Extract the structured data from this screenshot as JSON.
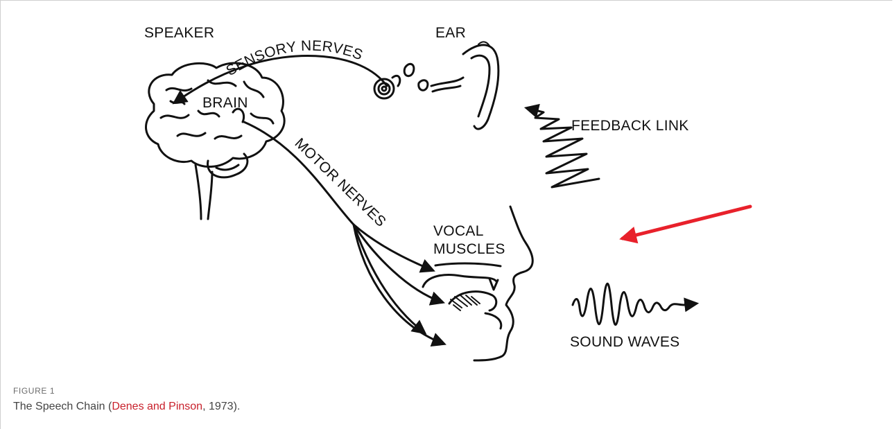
{
  "diagram": {
    "labels": {
      "speaker": "SPEAKER",
      "ear": "EAR",
      "sensory_nerves": "SENSORY NERVES",
      "brain": "BRAIN",
      "motor_nerves": "MOTOR NERVES",
      "feedback_link": "FEEDBACK LINK",
      "vocal_muscles_line1": "VOCAL",
      "vocal_muscles_line2": "MUSCLES",
      "sound_waves": "SOUND WAVES"
    },
    "highlight_arrow_color": "#e8212b",
    "line_color": "#111111"
  },
  "caption": {
    "label": "FIGURE 1",
    "text_before": "The Speech Chain (",
    "citation": "Denes and Pinson",
    "text_after_citation": ", 1973)."
  }
}
